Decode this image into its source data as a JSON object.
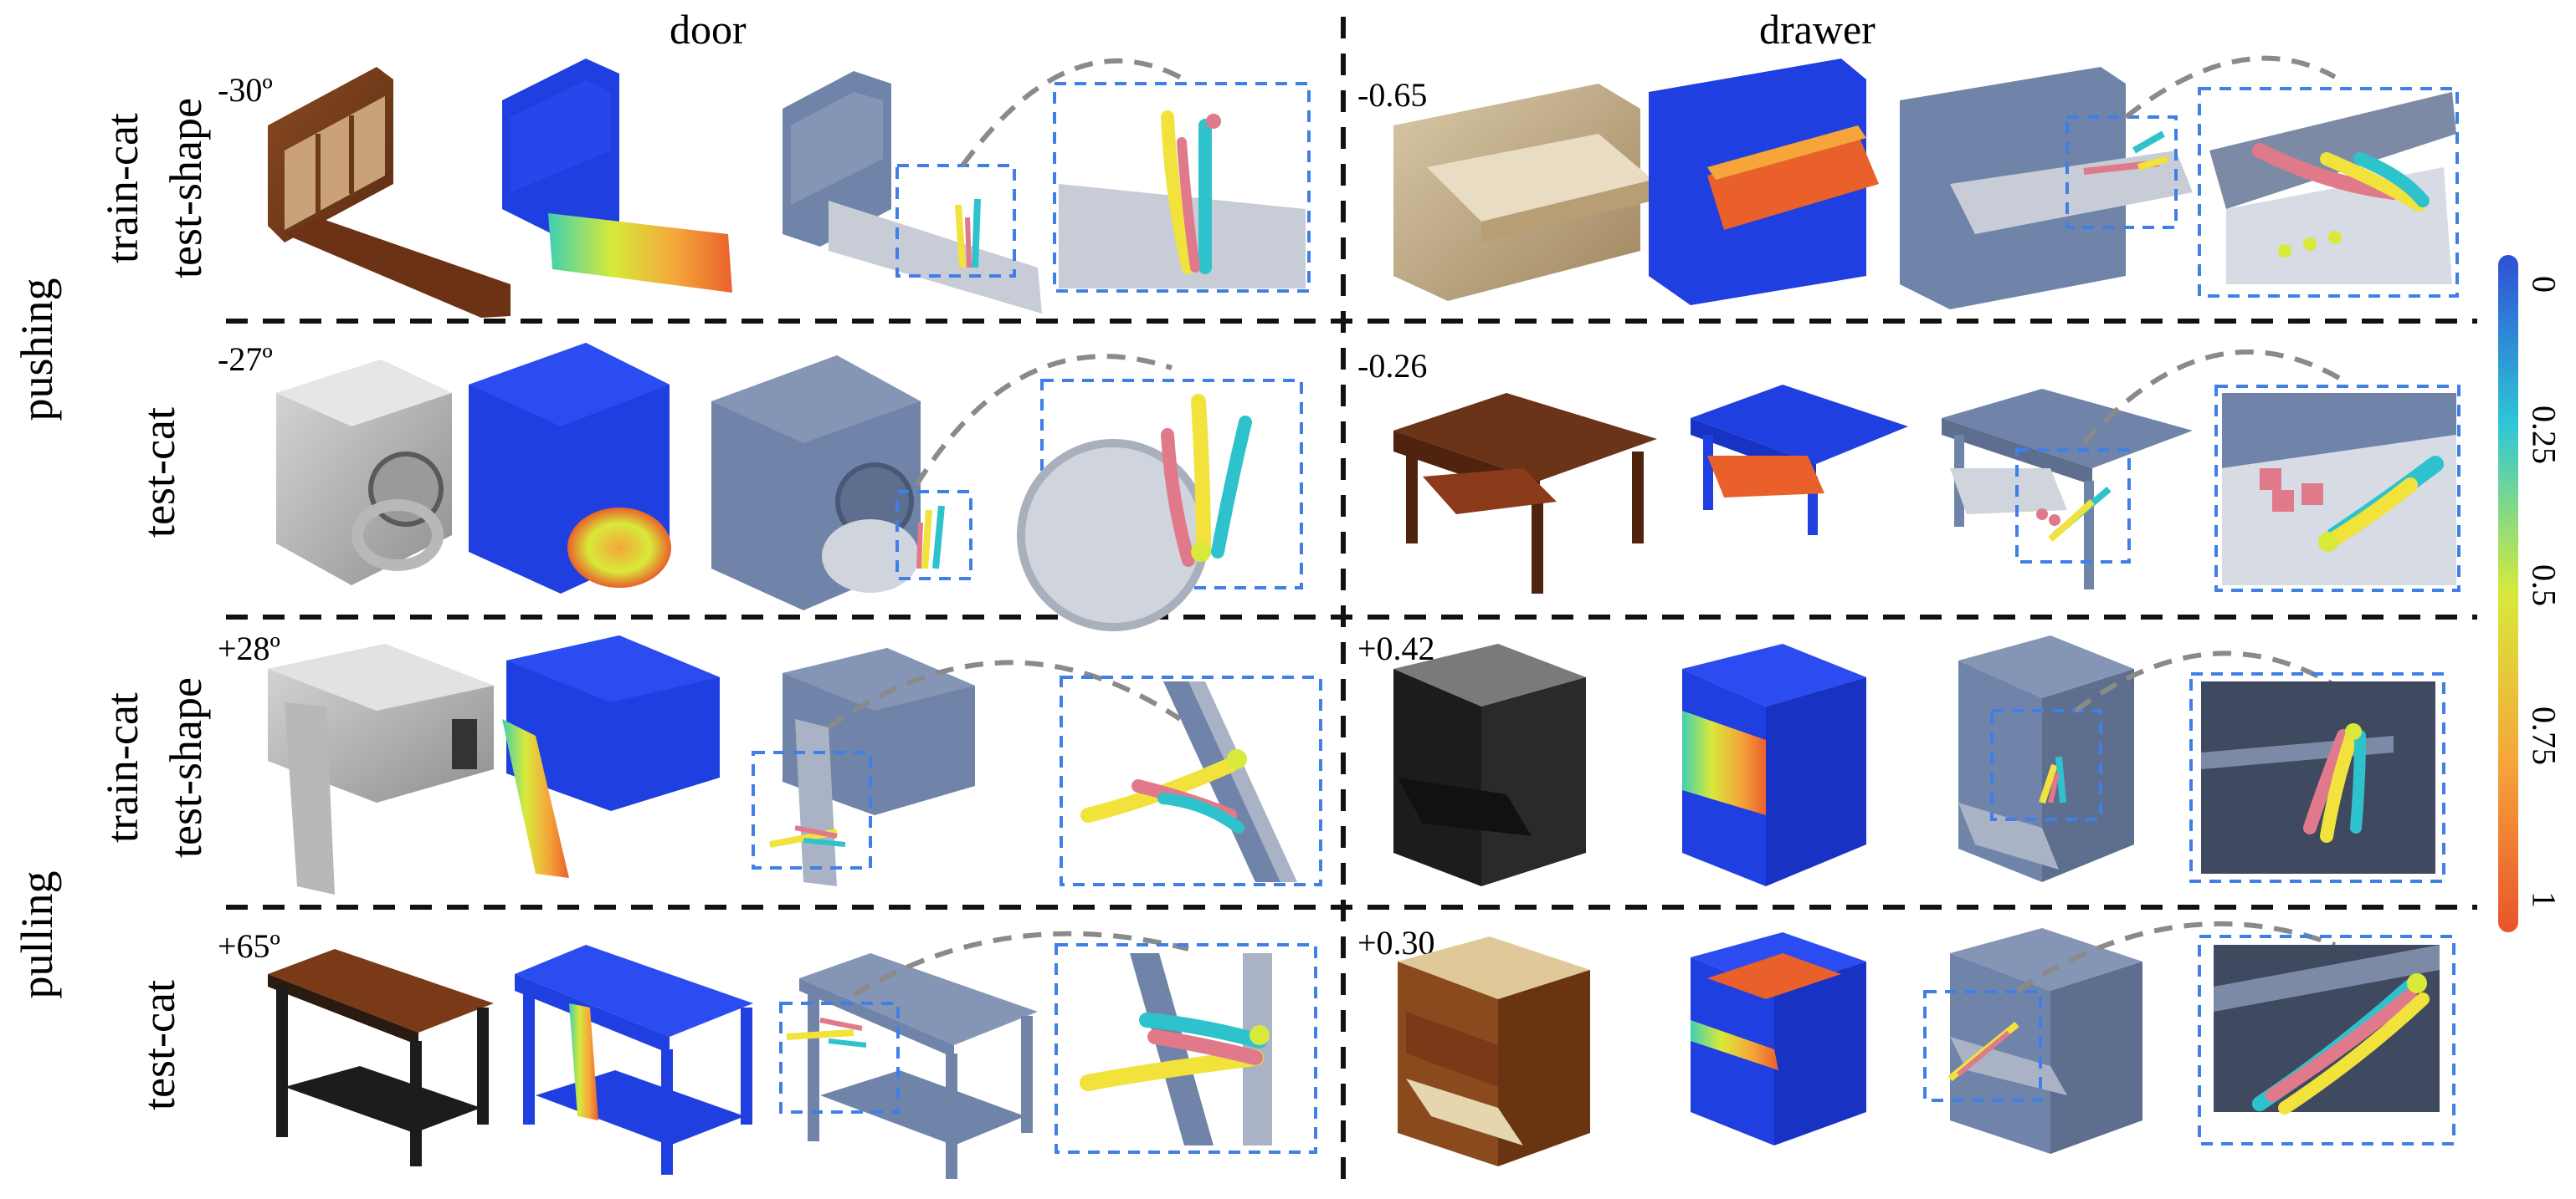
{
  "figure": {
    "column_titles": [
      "door",
      "drawer"
    ],
    "group_labels": [
      "pushing",
      "pulling"
    ],
    "row_labels": [
      {
        "line1": "train-cat",
        "line2": "test-shape"
      },
      {
        "line1": "test-cat",
        "line2": ""
      },
      {
        "line1": "train-cat",
        "line2": "test-shape"
      },
      {
        "line1": "test-cat",
        "line2": ""
      }
    ],
    "door_values": [
      "-30º",
      "-27º",
      "+28º",
      "+65º"
    ],
    "drawer_values": [
      "-0.65",
      "-0.26",
      "+0.42",
      "+0.30"
    ],
    "colorbar": {
      "ticks": [
        "0",
        "0.25",
        "0.5",
        "0.75",
        "1"
      ],
      "tick_values": [
        0,
        0.25,
        0.5,
        0.75,
        1
      ],
      "colors": [
        "#2f4fd6",
        "#2ec7d6",
        "#d8e93a",
        "#f5a53a",
        "#e9532b"
      ]
    },
    "colors": {
      "blue_cloud": "#1f3fe0",
      "grey_model": "#6f84a8",
      "affordance_high": "#e9602b",
      "traj_yellow": "#f2e23c",
      "traj_cyan": "#2ec3cc",
      "traj_pink": "#e07a8a",
      "dash_box": "#3f7fe6"
    }
  }
}
